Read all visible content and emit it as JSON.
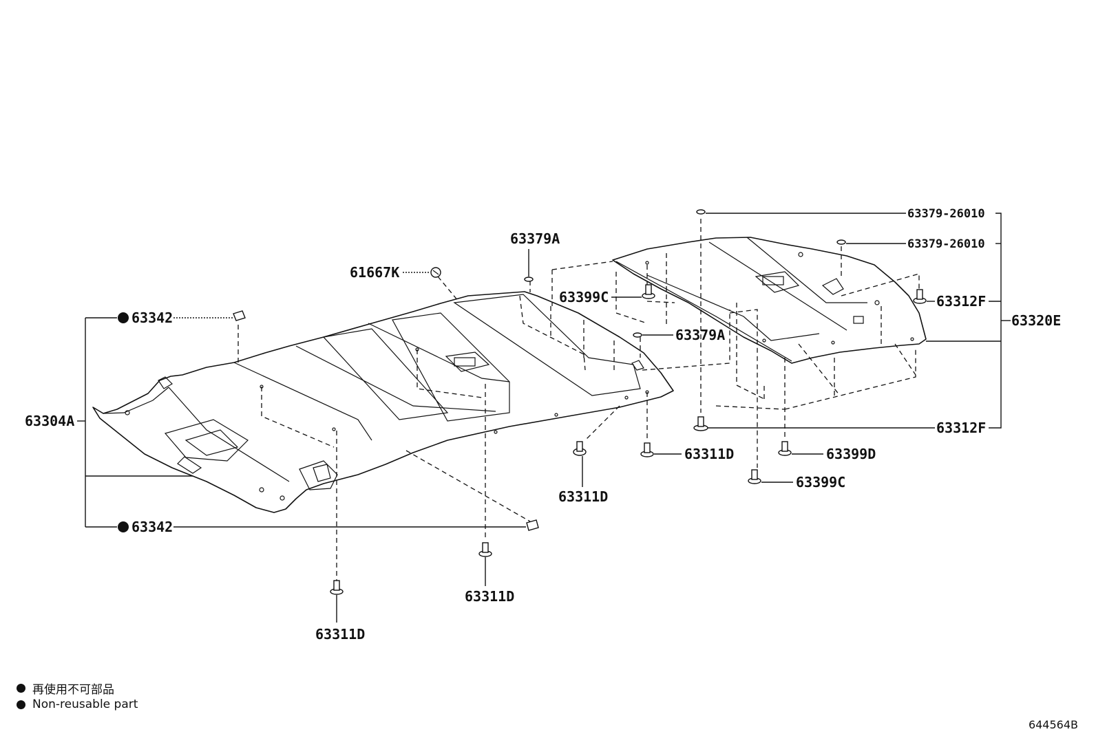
{
  "labels": {
    "p63342_top": "63342",
    "p63342_bottom": "63342",
    "p63304A": "63304A",
    "p61667K": "61667K",
    "p63379A_top": "63379A",
    "p63399C_mid": "63399C",
    "p63379A_mid": "63379A",
    "p63311D_center": "63311D",
    "p63311D_a": "63311D",
    "p63311D_b": "63311D",
    "p63311D_c": "63311D",
    "p63379_26010_a": "63379-26010",
    "p63379_26010_b": "63379-26010",
    "p63312F_top": "63312F",
    "p63320E": "63320E",
    "p63312F_bottom": "63312F",
    "p63399D": "63399D",
    "p63399C_bottom": "63399C"
  },
  "legend": {
    "jp": "再使用不可部品",
    "en": "Non-reusable part"
  },
  "reference_code": "644564B"
}
